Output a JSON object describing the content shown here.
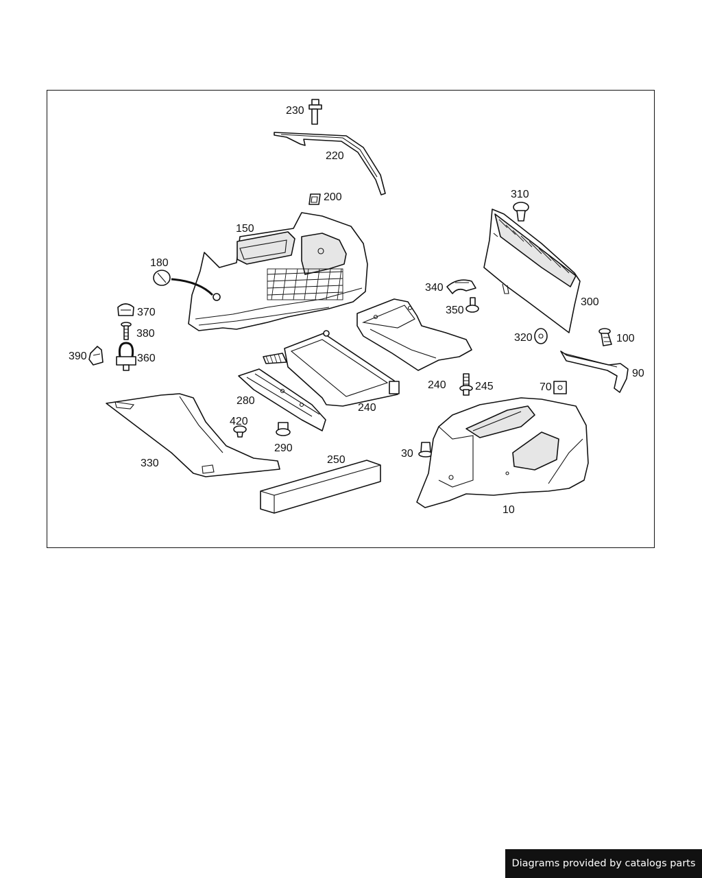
{
  "diagram": {
    "part_labels": [
      "230",
      "220",
      "200",
      "150",
      "180",
      "370",
      "380",
      "390",
      "360",
      "310",
      "300",
      "340",
      "350",
      "320",
      "100",
      "90",
      "240",
      "245",
      "70",
      "280",
      "240",
      "420",
      "290",
      "330",
      "250",
      "30",
      "10"
    ]
  },
  "footer": {
    "credit": "Diagrams provided by catalogs parts"
  }
}
